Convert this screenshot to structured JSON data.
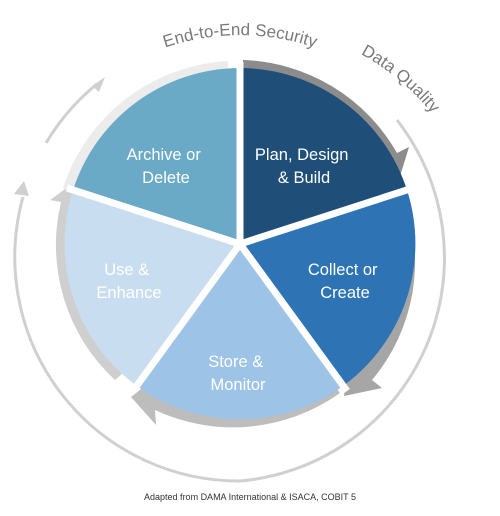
{
  "segments": [
    {
      "id": "plan",
      "lines": [
        "Plan, Design",
        "& Build"
      ],
      "color": "#1f4e79"
    },
    {
      "id": "collect",
      "lines": [
        "Collect or",
        "Create"
      ],
      "color": "#2e74b5"
    },
    {
      "id": "store",
      "lines": [
        "Store &",
        "Monitor"
      ],
      "color": "#9dc3e6"
    },
    {
      "id": "use",
      "lines": [
        "Use &",
        "Enhance"
      ],
      "color": "#c9ddf0"
    },
    {
      "id": "archive",
      "lines": [
        "Archive or",
        "Delete"
      ],
      "color": "#6aaac6"
    }
  ],
  "ring_labels": {
    "security": "End-to-End Security",
    "quality": "Data Quality"
  },
  "colors": {
    "quality_arrow": "#8c8c8c",
    "security_arrow": "#cfcfcf",
    "outer_ring": "#d0d0d0"
  },
  "caption": "Adapted from DAMA International & ISACA, COBIT 5"
}
